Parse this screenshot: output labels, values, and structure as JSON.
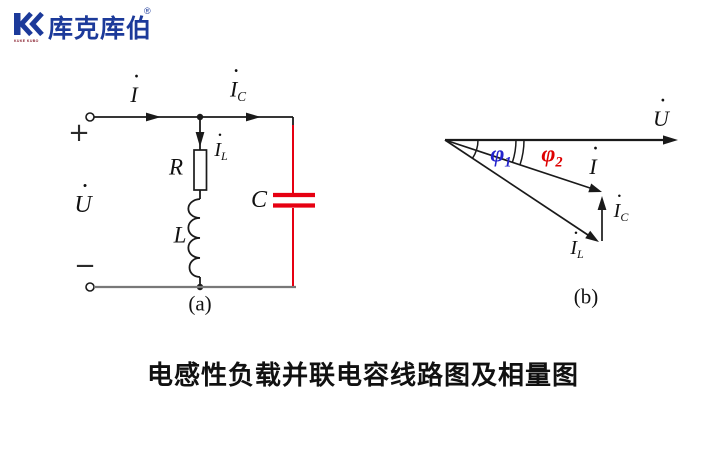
{
  "logo": {
    "text": "库克库伯",
    "registered": "®",
    "subtext": "KUKE KUBO"
  },
  "glyphs": {
    "dot": "˙",
    "plus": "+",
    "minus": "−"
  },
  "circuit": {
    "panel_label": "(a)",
    "labels": {
      "i": {
        "base": "I"
      },
      "ic": {
        "base": "I",
        "sub": "C"
      },
      "il": {
        "base": "I",
        "sub": "L"
      },
      "r": {
        "base": "R"
      },
      "l": {
        "base": "L"
      },
      "c": {
        "base": "C"
      },
      "u": {
        "base": "U"
      }
    }
  },
  "phasor": {
    "panel_label": "(b)",
    "labels": {
      "u": {
        "base": "U"
      },
      "i": {
        "base": "I"
      },
      "ic": {
        "base": "I",
        "sub": "C"
      },
      "il": {
        "base": "I",
        "sub": "L"
      },
      "phi1": {
        "base": "φ",
        "sub": "1"
      },
      "phi2": {
        "base": "φ",
        "sub": "2"
      }
    }
  },
  "caption": "电感性负载并联电容线路图及相量图",
  "colors": {
    "wire_black": "#1a1a1a",
    "wire_gray": "#787878",
    "capacitor_red": "#e60012",
    "phi1_blue": "#2323cc",
    "phi2_red": "#de0000",
    "logo_blue": "#1c3a9a"
  }
}
